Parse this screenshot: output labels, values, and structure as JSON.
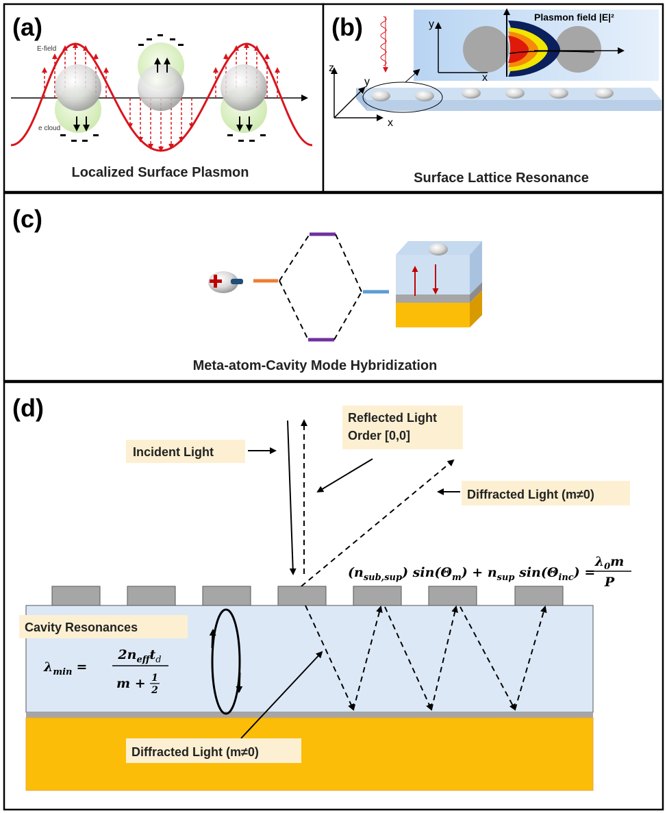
{
  "panels": {
    "a": {
      "letter": "(a)",
      "title": "Localized Surface Plasmon",
      "efield_label": "E-field",
      "ecloud_label": "e cloud"
    },
    "b": {
      "letter": "(b)",
      "title": "Surface Lattice Resonance",
      "field_label": "Plasmon field |E|²",
      "axis_y_inset": "y",
      "axis_x_inset": "x",
      "axis_z": "z",
      "axis_y": "y",
      "axis_x": "x"
    },
    "c": {
      "letter": "(c)",
      "title": "Meta-atom-Cavity Mode Hybridization"
    },
    "d": {
      "letter": "(d)",
      "incident": "Incident Light",
      "reflected_line1": "Reflected Light",
      "reflected_line2": "Order [0,0]",
      "diffracted_top": "Diffracted Light (m≠0)",
      "diffracted_bottom": "Diffracted Light (m≠0)",
      "cavity": "Cavity Resonances",
      "eq_grating_lhs": "(n",
      "eq_grating_sub1": "sub,sup",
      "eq_grating_mid": ") sin(Θ",
      "eq_grating_sub2": "m",
      "eq_grating_mid2": ") + n",
      "eq_grating_sub3": "sup",
      "eq_grating_mid3": " sin(Θ",
      "eq_grating_sub4": "inc",
      "eq_grating_end": ") =",
      "eq_grating_num": "λ",
      "eq_grating_num_sub": "0",
      "eq_grating_num_m": "m",
      "eq_grating_den": "P",
      "eq_cavity_lhs": "λ",
      "eq_cavity_lhs_sub": "min",
      "eq_cavity_eq": "=",
      "eq_cavity_num": "2n",
      "eq_cavity_num_sub": "eff",
      "eq_cavity_num_t": "t",
      "eq_cavity_num_tsub": "d",
      "eq_cavity_den_m": "m +",
      "eq_cavity_den_1": "1",
      "eq_cavity_den_2": "2"
    }
  },
  "colors": {
    "wave": "#d9141c",
    "label_bg": "#fdf0d2",
    "cavity": "#dce8f6",
    "gold": "#fbbd08",
    "spacer": "#a6a6a6",
    "energy_purple": "#7030a0",
    "energy_orange": "#ed7d31",
    "energy_blue": "#5b9bd5"
  }
}
